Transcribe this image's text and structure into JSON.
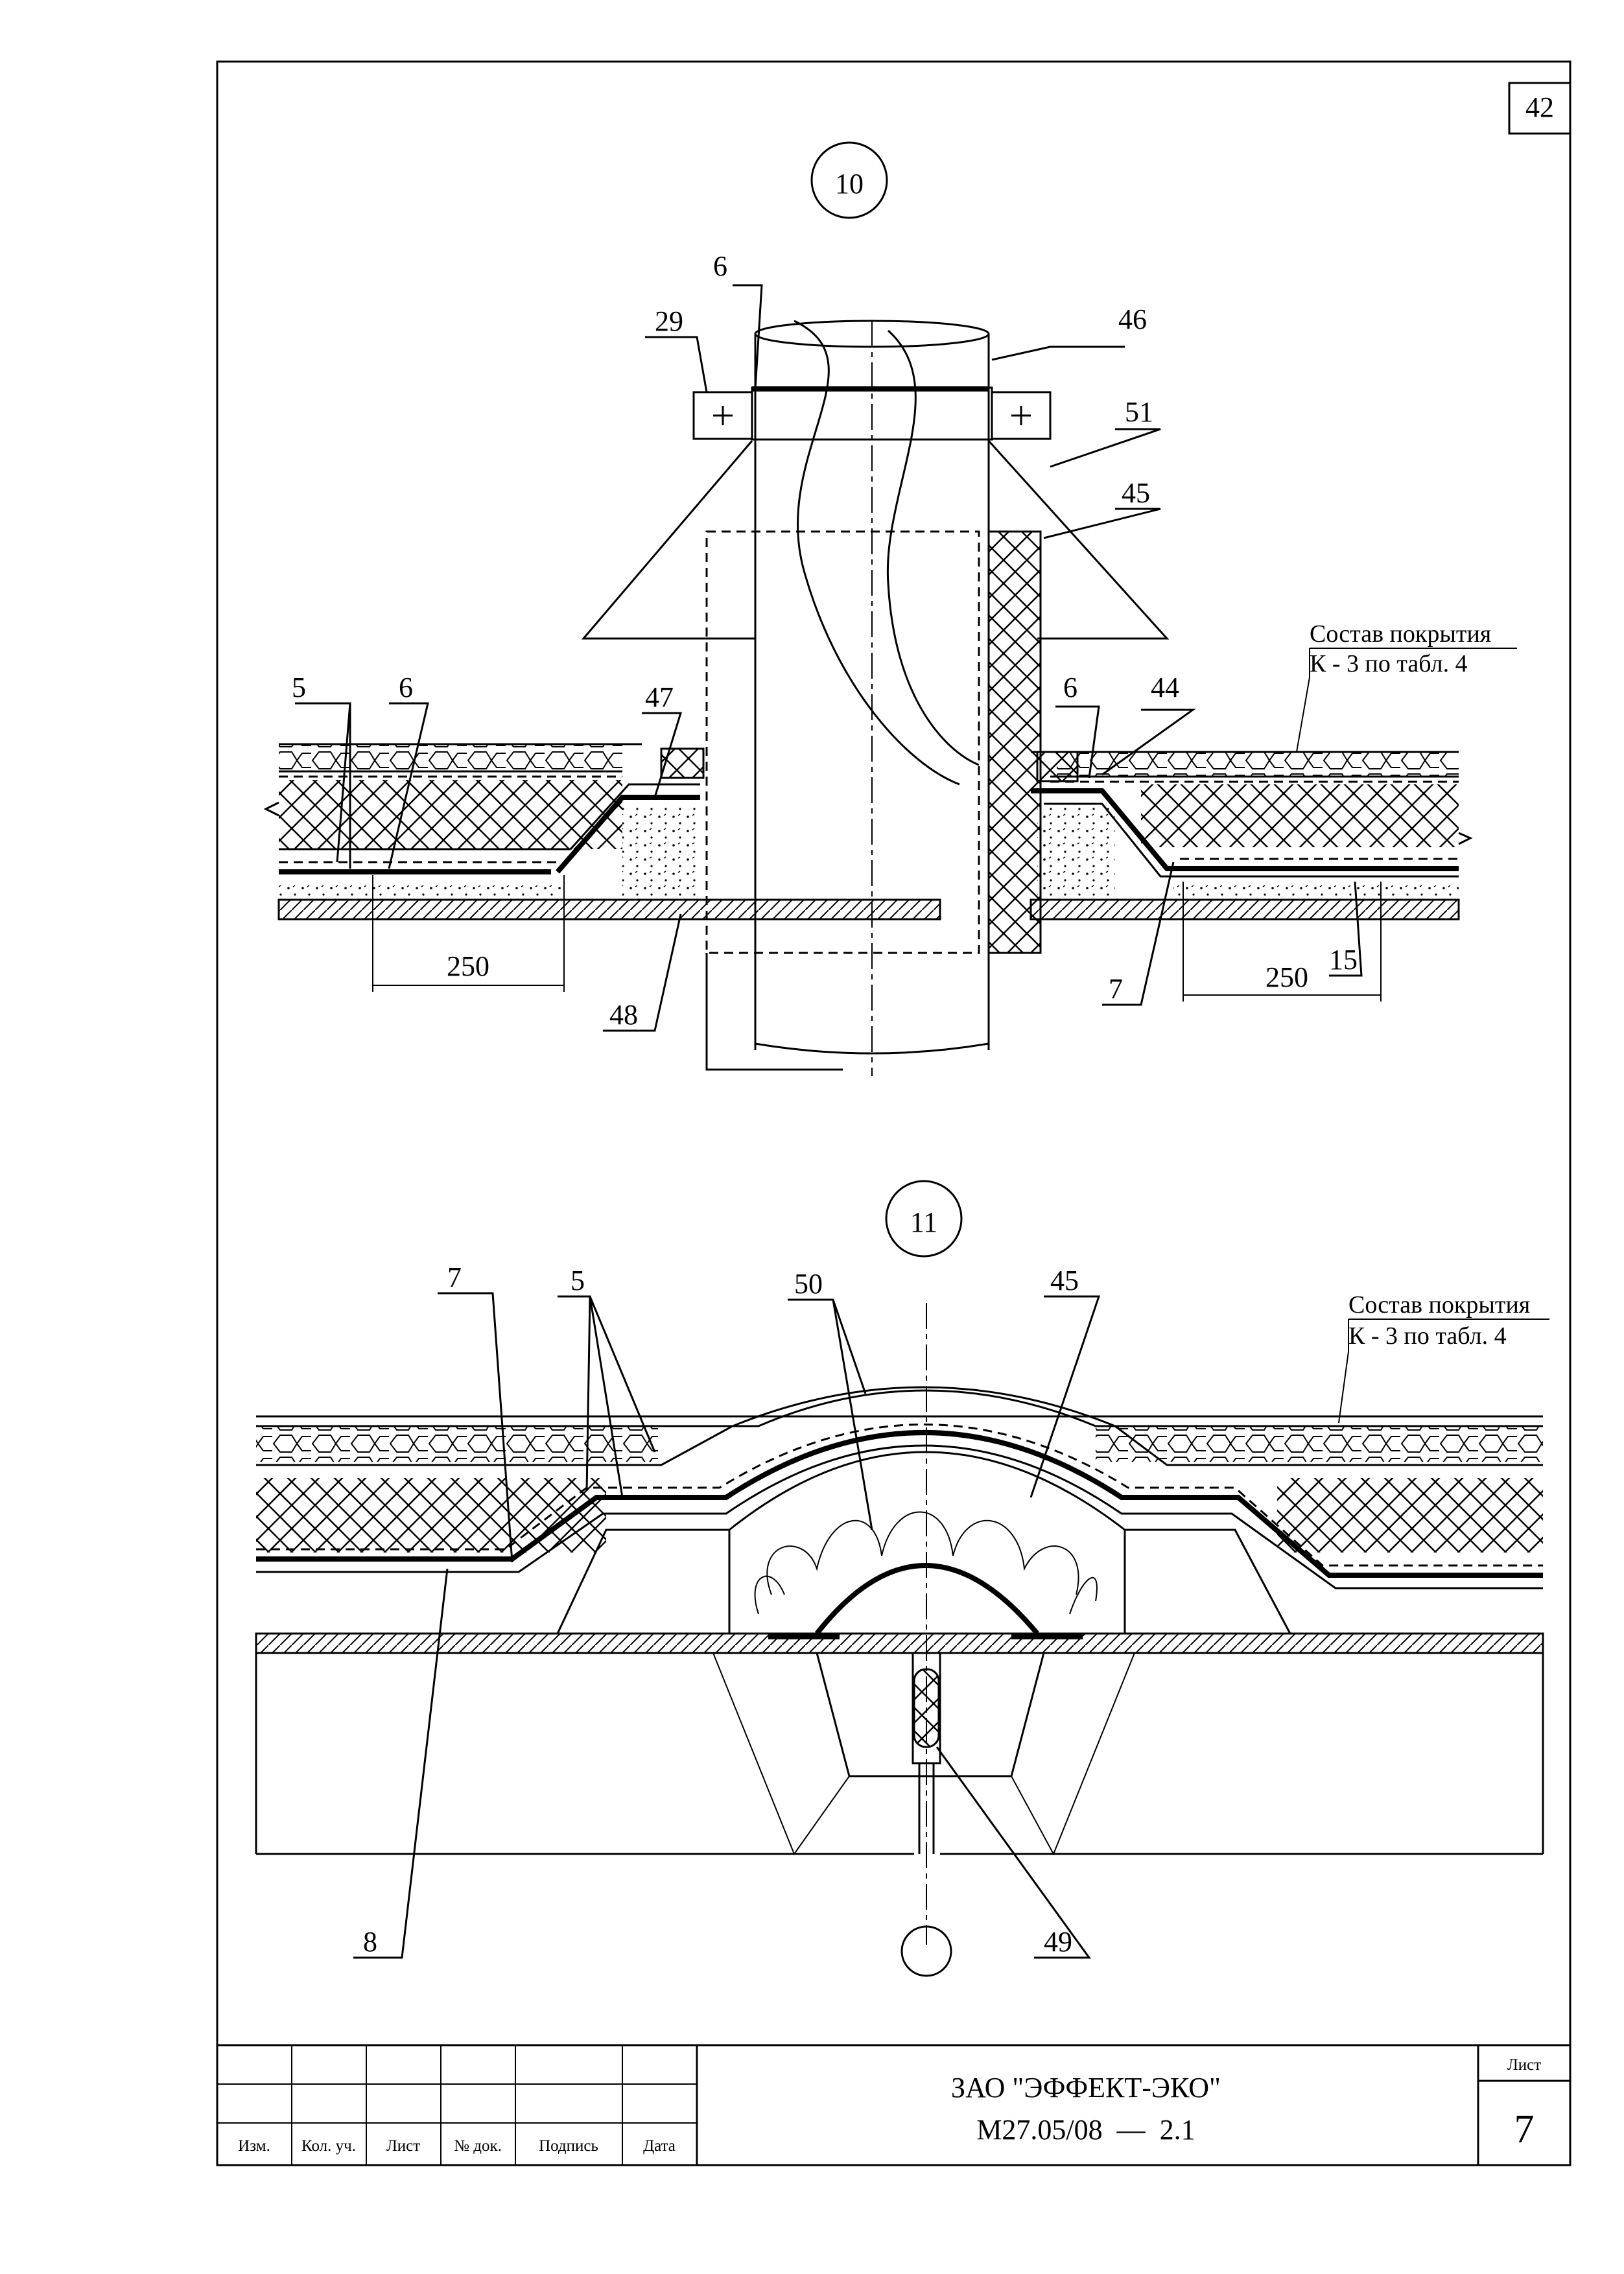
{
  "page_number": "42",
  "details": [
    {
      "id": "detail-10",
      "number": "10",
      "labels": [
        "6",
        "29",
        "46",
        "51",
        "45",
        "5",
        "6",
        "47",
        "6",
        "44",
        "250",
        "250",
        "15",
        "48",
        "7"
      ],
      "roof_composition": [
        "Состав покрытия",
        "К - 3 по табл. 4"
      ]
    },
    {
      "id": "detail-11",
      "number": "11",
      "labels": [
        "7",
        "5",
        "50",
        "45",
        "8",
        "49"
      ],
      "roof_composition": [
        "Состав покрытия",
        "К - 3  по табл. 4"
      ]
    }
  ],
  "title_block": {
    "columns": [
      "Изм.",
      "Кол. уч.",
      "Лист",
      "№ док.",
      "Подпись",
      "Дата"
    ],
    "organization": "ЗАО \"ЭФФЕКТ-ЭКО\"",
    "document_code": "М27.05/08  —  2.1",
    "sheet_label": "Лист",
    "sheet_number": "7"
  }
}
